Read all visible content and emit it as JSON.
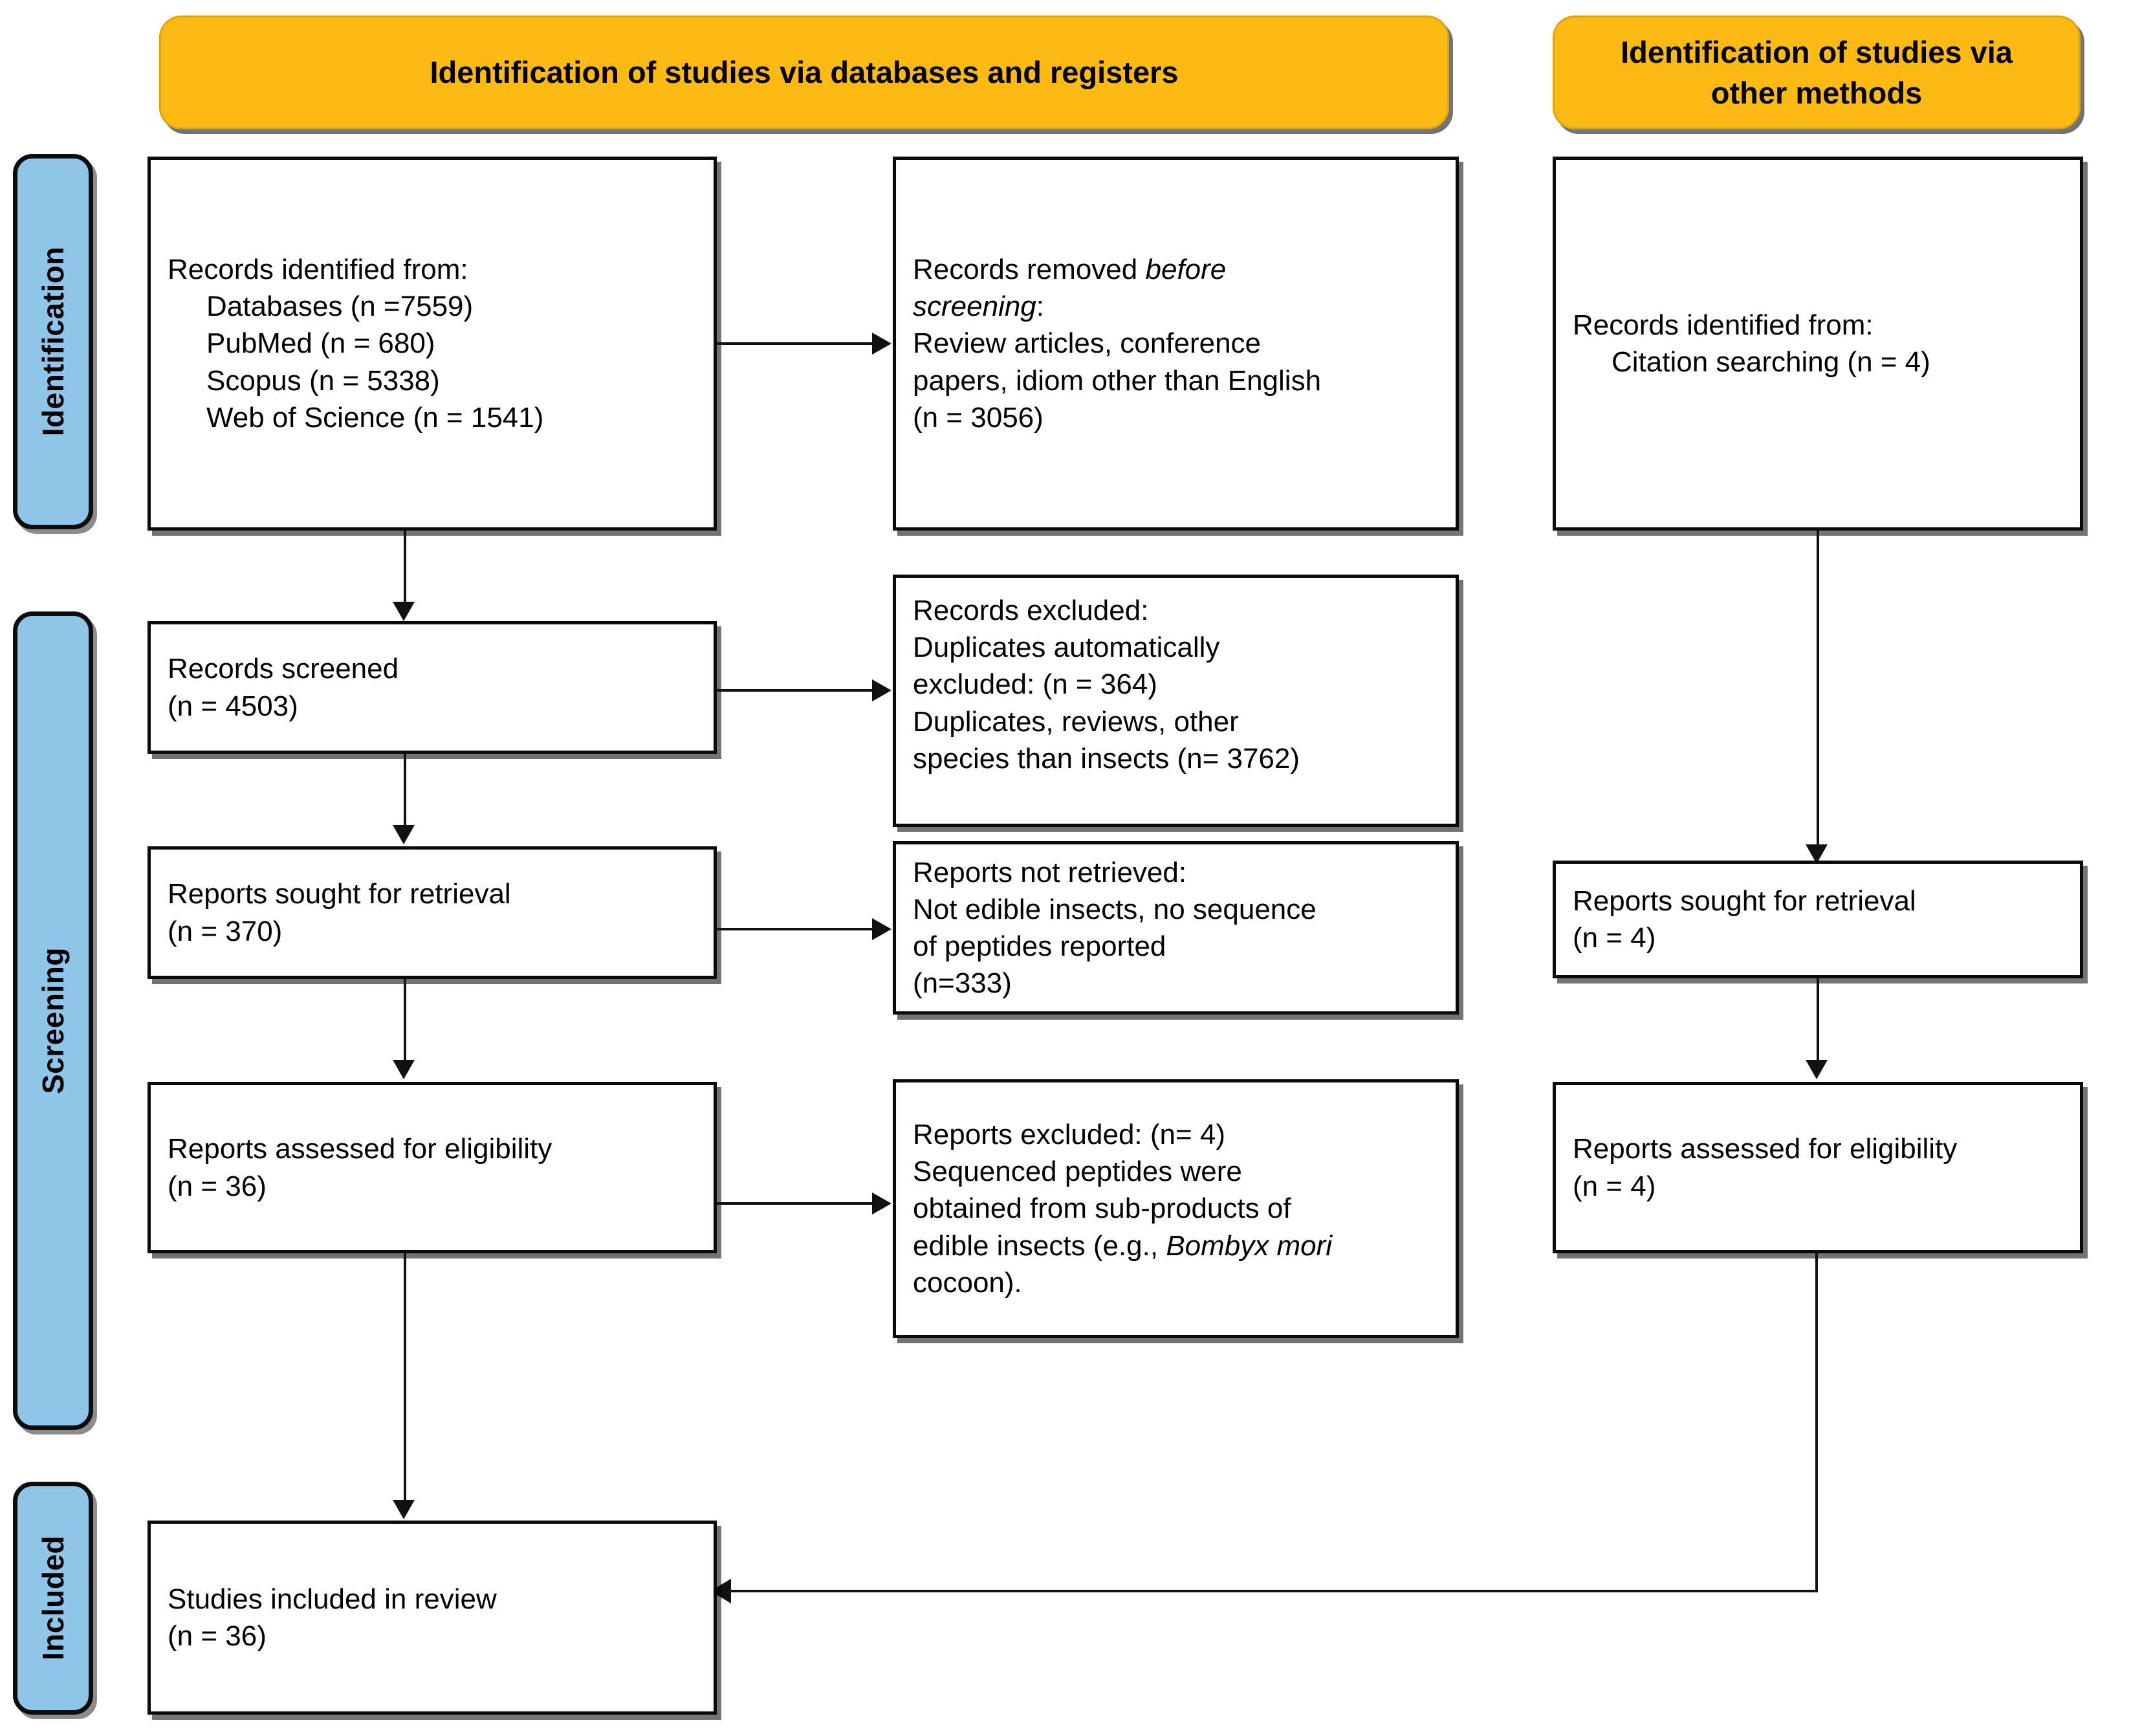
{
  "diagram": {
    "type": "prisma-flow-diagram",
    "headers": {
      "databases": "Identification of studies via databases and registers",
      "other_methods_line1": "Identification of studies via",
      "other_methods_line2": "other methods"
    },
    "stages": {
      "identification": "Identification",
      "screening": "Screening",
      "included": "Included"
    },
    "boxes": {
      "records_identified": {
        "title": "Records identified from:",
        "items": [
          "Databases (n =7559)",
          "PubMed (n = 680)",
          "Scopus (n = 5338)",
          "Web of Science (n = 1541)"
        ]
      },
      "records_removed": {
        "line1_pre": "Records removed ",
        "line1_italic": "before",
        "line2_italic": "screening",
        "line2_post": ":",
        "line3": "Review articles, conference",
        "line4": "papers, idiom other than English",
        "line5": "(n = 3056)"
      },
      "records_identified_other": {
        "title": "Records identified from:",
        "items": [
          "Citation searching (n = 4)"
        ]
      },
      "records_screened": {
        "line1": "Records screened",
        "line2": "(n = 4503)"
      },
      "records_excluded": {
        "line1": "Records excluded:",
        "line2": "Duplicates automatically",
        "line3": "excluded: (n = 364)",
        "line4": "Duplicates, reviews, other",
        "line5": "species than insects (n= 3762)"
      },
      "reports_sought_left": {
        "line1": "Reports sought for retrieval",
        "line2": "(n = 370)"
      },
      "reports_not_retrieved": {
        "line1": "Reports not retrieved:",
        "line2": "Not edible insects, no sequence",
        "line3": "of peptides reported",
        "line4": "(n=333)"
      },
      "reports_sought_right": {
        "line1": "Reports sought for retrieval",
        "line2": "(n = 4)"
      },
      "reports_assessed_left": {
        "line1": "Reports assessed for eligibility",
        "line2": "(n = 36)"
      },
      "reports_excluded": {
        "line1": "Reports excluded: (n= 4)",
        "line2": "Sequenced peptides were",
        "line3": "obtained from sub-products of",
        "line4_pre": "edible insects (e.g., ",
        "line4_italic": "Bombyx mori",
        "line5": "cocoon)."
      },
      "reports_assessed_right": {
        "line1": "Reports assessed for eligibility",
        "line2": "(n = 4)"
      },
      "studies_included": {
        "line1": "Studies included in review",
        "line2": "(n = 36)"
      }
    },
    "colors": {
      "header_fill": "#FCBA12",
      "stage_fill": "#8EC5E8",
      "box_fill": "#FFFFFF",
      "stroke": "#0A0A0A"
    }
  }
}
